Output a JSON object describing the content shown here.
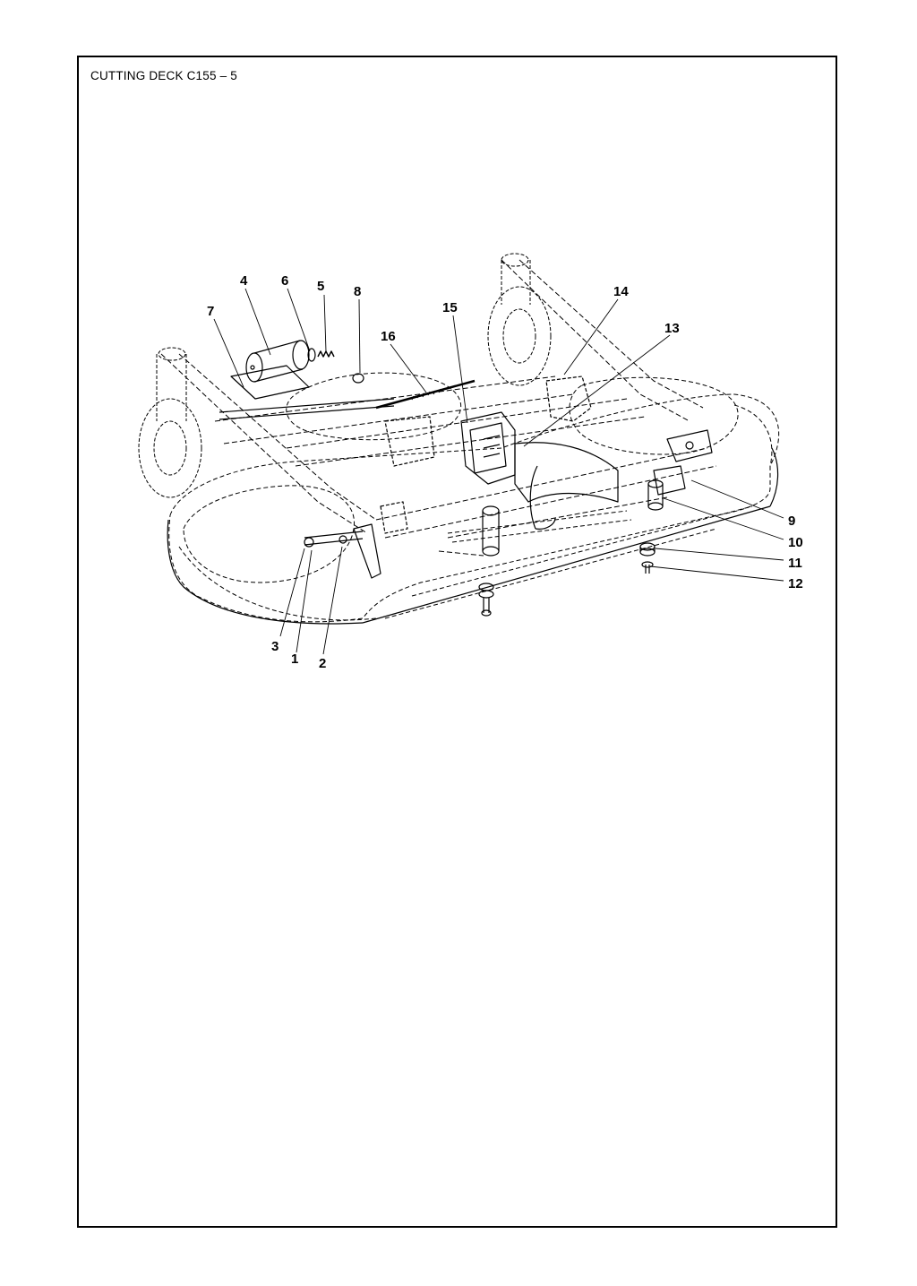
{
  "page": {
    "title": "CUTTING DECK C155 – 5"
  },
  "callouts": [
    {
      "id": "c4",
      "label": "4"
    },
    {
      "id": "c6",
      "label": "6"
    },
    {
      "id": "c5",
      "label": "5"
    },
    {
      "id": "c8",
      "label": "8"
    },
    {
      "id": "c7",
      "label": "7"
    },
    {
      "id": "c16",
      "label": "16"
    },
    {
      "id": "c15",
      "label": "15"
    },
    {
      "id": "c14",
      "label": "14"
    },
    {
      "id": "c13",
      "label": "13"
    },
    {
      "id": "c9",
      "label": "9"
    },
    {
      "id": "c10",
      "label": "10"
    },
    {
      "id": "c11",
      "label": "11"
    },
    {
      "id": "c12",
      "label": "12"
    },
    {
      "id": "c3",
      "label": "3"
    },
    {
      "id": "c1",
      "label": "1"
    },
    {
      "id": "c2",
      "label": "2"
    }
  ]
}
